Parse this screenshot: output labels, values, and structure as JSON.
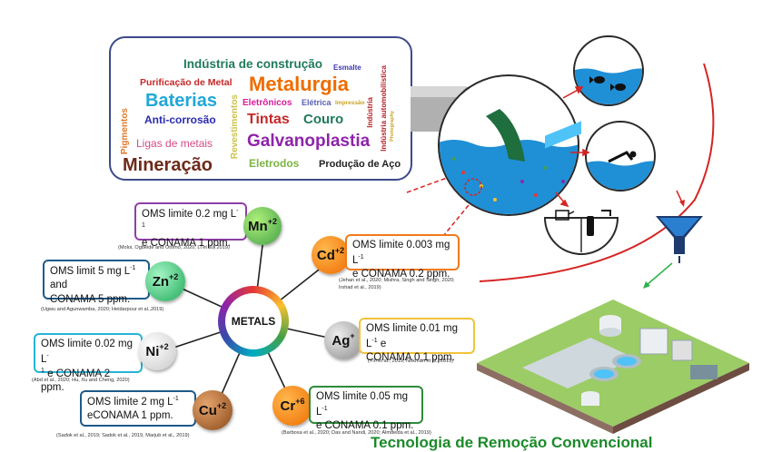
{
  "word_cloud": {
    "industria_construcao": "Indústria de construção",
    "esmalte": "Esmalte",
    "purificacao_metal": "Purificação de Metal",
    "metalurgia": "Metalurgia",
    "industria_automobilistica": "Indústria automobilística",
    "baterias": "Baterias",
    "eletronicos": "Eletrônicos",
    "eletrica": "Elétrica",
    "impressao": "Impressão",
    "pigmentos": "Pigmentos",
    "anti_corrosao": "Anti-corrosão",
    "revestimentos": "Revestimentos",
    "tintas": "Tintas",
    "couro": "Couro",
    "industria": "Indústria",
    "photography": "Photography",
    "ligas_metais": "Ligas de metais",
    "galvanoplastia": "Galvanoplastia",
    "mineracao": "Mineração",
    "eletrodos": "Eletrodos",
    "producao_aco": "Produção de Aço"
  },
  "hub": {
    "label": "METALS"
  },
  "metals": {
    "mn": {
      "symbol": "Mn",
      "charge": "+2",
      "limit_line1": "OMS limite 0.2 mg L",
      "limit_sup": "-1",
      "limit_line2": "e CONAMA 1 ppm.",
      "ref": "(Moloi, Ogbeide and Otomo, 2020; Li et al., 2019)"
    },
    "cd": {
      "symbol": "Cd",
      "charge": "+2",
      "limit_line1": "OMS limite 0.003 mg L",
      "limit_sup": "-1",
      "limit_line2": "e CONAMA 0.2 ppm.",
      "ref1": "(Jehan et al., 2020; Mishra, Singh and Singh, 2020;",
      "ref2": "Irshad et al., 2019)"
    },
    "zn": {
      "symbol": "Zn",
      "charge": "+2",
      "limit_line1": "OMS limit 5 mg L",
      "limit_sup": "-1",
      "limit_tail": " and",
      "limit_line2": "CONAMA 5 ppm.",
      "ref": "(Ugwu and Agunwamba, 2020; Heidarpour et al.,2019)"
    },
    "ag": {
      "symbol": "Ag",
      "charge": "+",
      "limit_line1": "OMS limite 0.01 mg L",
      "limit_sup": "-1",
      "limit_tail": " e",
      "limit_line2": "CONAMA 0.1 ppm.",
      "ref": "(Yin et al., 2019; Nokman et al., 2019)"
    },
    "ni": {
      "symbol": "Ni",
      "charge": "+2",
      "limit_line1": "OMS limite 0.02 mg L",
      "limit_sup": "-",
      "limit_sup2": "1",
      "limit_line2": " e CONAMA 2 ppm.",
      "ref": "(Abd et al., 2020; Hu, Xu and Cheng, 2020)"
    },
    "cr": {
      "symbol": "Cr",
      "charge": "+6",
      "limit_line1": "OMS limite 0.05 mg L",
      "limit_sup": "-1",
      "limit_line2": "e CONAMA 0.1 ppm.",
      "ref": "(Barbosa et al., 2020; Das and Nandi, 2020; Almdeida et al., 2019)"
    },
    "cu": {
      "symbol": "Cu",
      "charge": "+2",
      "limit_line1": "OMS limite 2 mg L",
      "limit_sup": "-1",
      "limit_line2": "eCONAMA 1 ppm.",
      "ref": "(Sadok et al., 2019; Sadok et al., 2019, Marjub et al., 2019)"
    }
  },
  "footer": {
    "title": "Tecnologia de Remoção Convencional"
  },
  "colors": {
    "mn": "#8e3fa8",
    "cd": "#f07a1a",
    "zn": "#2e9e5e",
    "ag": "#a7a7a7",
    "ni": "#eeeeee",
    "cr": "#f07a1a",
    "cu": "#8a4a1a",
    "water": "#1f8fd6",
    "red_arrow": "#d62424",
    "green_arrow": "#2bb24c"
  }
}
